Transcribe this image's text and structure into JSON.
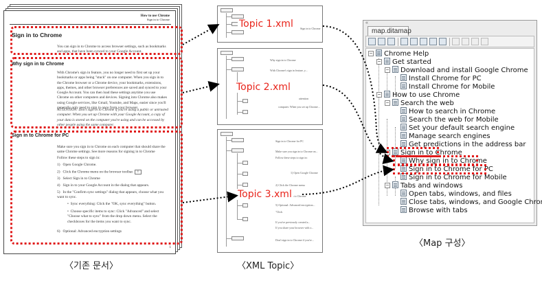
{
  "doc": {
    "header_title": "How to use Chrome",
    "header_subtitle": "Sign in to Chrome",
    "section1_title": "Sign in to Chrome",
    "section1_text": "You can sign in to Chrome to access browser settings, such as bookmarks and apps, that have been synced to your Google Account.",
    "section2_title": "Why sign in to Chrome",
    "section2_text": "With Chrome's sign in feature, you no longer need to first set up your bookmarks or apps being \"stuck\" on one computer. When you sign in to the Chrome browser or a Chrome device, your bookmarks, extensions, apps, themes, and other browser preferences are saved and synced to your Google Account. You can then load these settings anytime you use Chrome on other computers and devices. Signing into Chrome also makes using Google services, like Gmail, Youtube, and Maps, easier since you'll generally only need to sign in once from your browser.",
    "section2_attention": "ATTENTION: Don't sign in to Chrome if you're using a public or untrusted computer. When you set up Chrome with your Google Account, a copy of your data is stored on the computer you're using and can be accessed by other people using the same computer.",
    "section3_title": "Sign in to Chrome for PC",
    "section3_intro": "Make sure you sign in to Chrome on each computer that should share the same Chrome settings. See more reasons for signing in to Chrome",
    "section3_follow": "Follow these steps to sign in:",
    "steps": [
      "Open Google Chrome.",
      "Click the Chrome menu on the browser toolbar.",
      "Select Sign in to Chrome",
      "Sign in to your Google Account in the dialog that appears.",
      "In the \"Confirm sync settings\" dialog that appears, choose what you want to sync."
    ],
    "bullets": [
      "Sync everything: Click the \"OK, sync everything\" button.",
      "Choose specific items to sync: Click \"Advanced\" and select \"Choose what to sync\" from the drop down menu. Select the checkboxes for the items you want to sync."
    ],
    "step6": "Optional: Advanced encryption settings",
    "page_number": "1"
  },
  "xml": {
    "topic1_label": "Topic 1.xml",
    "topic2_label": "Topic 2.xml",
    "topic3_label": "Topic 3.xml",
    "t1_snip": "Sign in to Chrome",
    "t2_snip_a": "Why sign in to Chrome",
    "t2_snip_b": "With Chrome's sign in feature, y...",
    "t2_snip_c": "attention",
    "t2_snip_d": "computer. When you set up Chrome...",
    "t3_snip_a": "Sign in to Chrome for PC",
    "t3_snip_b": "Make sure you sign in to Chrome on...",
    "t3_snip_c": "Follow these steps to sign in:",
    "t3_snip_d": "1) Open Google Chrome",
    "t3_snip_e": "2) Click the Chrome menu",
    "t3_snip_f": "3) Select Sign in to Chrome",
    "t3_snip_g": "5) Optional: Advanced encryption...",
    "t3_snip_h": "\"Click",
    "t3_snip_i": "If you've previously created a...",
    "t3_snip_j": "If you share your browser with o...",
    "t3_snip_k": "Don't sign in to Chrome if you're..."
  },
  "map": {
    "collapse_glyph": "«",
    "tab_label": "map.ditamap",
    "nodes": [
      "Chrome Help",
      "Get started",
      "Download and install Google Chrome",
      "Install Chrome for PC",
      "Install Chrome for Mobile",
      "How to use Chrome",
      "Search the web",
      "How to search in Chrome",
      "Search the web for Mobile",
      "Set your default search engine",
      "Manage search engines",
      "Get predictions in the address bar",
      "Sign in to Chrome",
      "Why sign in to Chrome",
      "Sign in to Chrome for PC",
      "Sign in to Chrome for Mobile",
      "Tabs and windows",
      "Open tabs, windows, and files",
      "Close tabs, windows, and Google Chrome",
      "Browse with tabs"
    ],
    "toolbar_icons": [
      "new-map-icon",
      "open-icon",
      "save-icon",
      "insert-topic-icon",
      "insert-child-icon",
      "insert-sibling-icon",
      "delete-icon",
      "properties-icon",
      "move-up-icon",
      "move-down-icon",
      "promote-icon",
      "demote-icon"
    ]
  },
  "captions": {
    "left": "〈기존 문서〉",
    "middle": "〈XML Topic〉",
    "right": "〈Map 구성〉"
  },
  "colors": {
    "highlight_red": "#e01a1a",
    "topic_label_red": "#e8231a",
    "arrow_black": "#000000"
  }
}
